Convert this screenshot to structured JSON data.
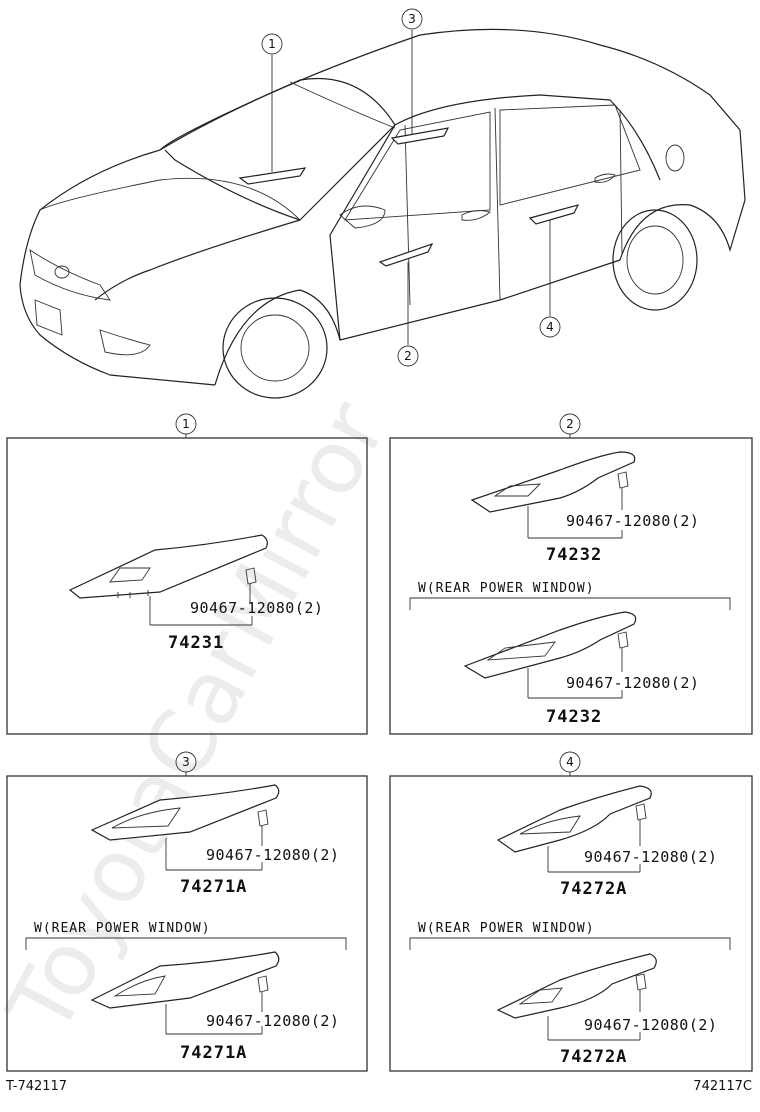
{
  "watermark": "ToyotaCarMirror",
  "callouts": {
    "c1": "1",
    "c2": "2",
    "c3": "3",
    "c4": "4"
  },
  "panels": {
    "p1": {
      "number": "1",
      "clip_part": "90467-12080(2)",
      "part_number": "74231"
    },
    "p2": {
      "number": "2",
      "clip_part": "90467-12080(2)",
      "part_number": "74232",
      "condition": "W(REAR POWER WINDOW)",
      "clip_part_alt": "90467-12080(2)",
      "part_number_alt": "74232"
    },
    "p3": {
      "number": "3",
      "clip_part": "90467-12080(2)",
      "part_number": "74271A",
      "condition": "W(REAR POWER WINDOW)",
      "clip_part_alt": "90467-12080(2)",
      "part_number_alt": "74271A"
    },
    "p4": {
      "number": "4",
      "clip_part": "90467-12080(2)",
      "part_number": "74272A",
      "condition": "W(REAR POWER WINDOW)",
      "clip_part_alt": "90467-12080(2)",
      "part_number_alt": "74272A"
    }
  },
  "footer": {
    "left": "T-742117",
    "right": "742117C"
  }
}
